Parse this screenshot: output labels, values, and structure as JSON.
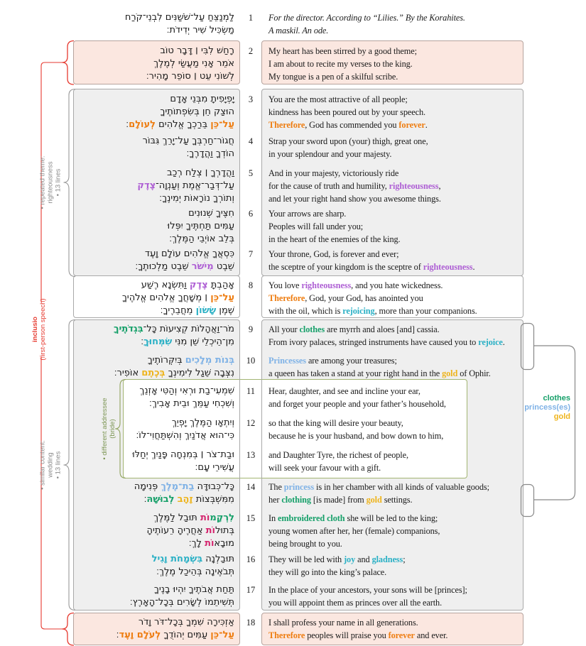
{
  "title": "Psalm 45 layout with Hebrew text, translation and structural annotations",
  "colors": {
    "therefore_forever_orange": "#ee7d11",
    "righteousness_purple": "#ae5fd4",
    "joy_teal": "#2ab0c5",
    "clothes_green": "#17a06a",
    "princess_blue": "#7fb2e6",
    "gold_yellow": "#eeb41c",
    "feminine_ending_crimson": "#d4246d",
    "inclusio_red": "#e63a30",
    "group_box_gray": "#efefef",
    "inclusio_box_pink": "#fbe7e0"
  },
  "annotations": {
    "left": {
      "inclusio": [
        "inclusio",
        "(first-person speech)"
      ],
      "theme": [
        "• repeated theme:",
        "righteousness",
        "• 13 lines"
      ],
      "wedding": [
        "• similar content:",
        "wedding",
        "• 13 lines"
      ],
      "bride": [
        "• different addressee",
        "(bride)"
      ]
    },
    "right": {
      "clothes": "clothes",
      "princess": "princess(es)",
      "gold": "gold"
    }
  },
  "verses": [
    {
      "num": "1",
      "group": "intro",
      "hebrew": [
        [
          {
            "t": "לַמְנַצֵּחַ עַל־שֹׁשַׁנִּים לִבְנֵי־קֹרַח"
          }
        ],
        [
          {
            "t": "מַשְׂכִּיל שִׁיר יְדִידֹת׃"
          }
        ]
      ],
      "english": [
        [
          {
            "t": "For the director. According to “Lilies.” By the Korahites.",
            "i": 1
          }
        ],
        [
          {
            "t": "A maskil. An ode.",
            "i": 1
          }
        ]
      ]
    },
    {
      "num": "2",
      "group": "inclusio-top",
      "hebrew": [
        [
          {
            "t": "רָחַשׁ לִבִּי ׀ דָּבָר טוֹב"
          }
        ],
        [
          {
            "t": "אֹמֵר אָנִי מַעֲשַׂי לְמֶלֶךְ"
          }
        ],
        [
          {
            "t": "לְשׁוֹנִי עֵט ׀ סוֹפֵר מָהִיר׃"
          }
        ]
      ],
      "english": [
        [
          {
            "t": "My heart has been stirred by a good theme;"
          }
        ],
        [
          {
            "t": "I am about to recite my verses to the king."
          }
        ],
        [
          {
            "t": "My tongue is a pen of a skilful scribe."
          }
        ]
      ]
    },
    {
      "num": "3",
      "group": "theme",
      "hebrew": [
        [
          {
            "t": "יָפְיָפִיתָ מִבְּנֵי אָדָם"
          }
        ],
        [
          {
            "t": "הוּצַק חֵן בְּשִׂפְתוֹתֶיךָ"
          }
        ],
        [
          {
            "t": "עַל־כֵּן",
            "c": "orange"
          },
          {
            "t": " בֵּרַכְךָ אֱלֹהִים "
          },
          {
            "t": "לְעוֹלָם",
            "c": "orange"
          },
          {
            "t": "׃"
          }
        ]
      ],
      "english": [
        [
          {
            "t": "You are the most attractive of all people;"
          }
        ],
        [
          {
            "t": "kindness has been poured out by your speech."
          }
        ],
        [
          {
            "t": "Therefore",
            "c": "orange"
          },
          {
            "t": ", God has commended you "
          },
          {
            "t": "forever",
            "c": "orange"
          },
          {
            "t": "."
          }
        ]
      ]
    },
    {
      "num": "4",
      "group": "theme",
      "hebrew": [
        [
          {
            "t": "חֲגוֹר־חַרְבְּךָ עַל־יָרֵךְ גִּבּוֹר"
          }
        ],
        [
          {
            "t": "הוֹדְךָ וַהֲדָרֶךָ׃"
          }
        ]
      ],
      "english": [
        [
          {
            "t": "Strap your sword upon (your) thigh, great one,"
          }
        ],
        [
          {
            "t": "in your splendour and your majesty."
          }
        ]
      ]
    },
    {
      "num": "5",
      "group": "theme",
      "hebrew": [
        [
          {
            "t": "וַהֲדָרְךָ ׀ צְלַח רְכַב"
          }
        ],
        [
          {
            "t": "עַל־דְּבַר־אֱמֶת וְעַנְוָה־"
          },
          {
            "t": "צֶדֶק",
            "c": "purple"
          }
        ],
        [
          {
            "t": "וְתוֹרְךָ נוֹרָאוֹת יְמִינֶךָ׃"
          }
        ]
      ],
      "english": [
        [
          {
            "t": "And in your majesty, victoriously ride"
          }
        ],
        [
          {
            "t": "for the cause of truth and humility, "
          },
          {
            "t": "righteousness",
            "c": "purple"
          },
          {
            "t": ","
          }
        ],
        [
          {
            "t": "and let your right hand show you awesome things."
          }
        ]
      ]
    },
    {
      "num": "6",
      "group": "theme",
      "hebrew": [
        [
          {
            "t": "חִצֶּיךָ שְׁנוּנִים"
          }
        ],
        [
          {
            "t": "עַמִּים תַּחְתֶּיךָ יִפְּלוּ"
          }
        ],
        [
          {
            "t": "בְּלֵב אוֹיְבֵי הַמֶּלֶךְ׃"
          }
        ]
      ],
      "english": [
        [
          {
            "t": "Your arrows are sharp."
          }
        ],
        [
          {
            "t": "Peoples will fall under you;"
          }
        ],
        [
          {
            "t": "in the heart of the enemies of the king."
          }
        ]
      ]
    },
    {
      "num": "7",
      "group": "theme",
      "hebrew": [
        [
          {
            "t": "כִּסְאֲךָ אֱלֹהִים עוֹלָם וָעֶד"
          }
        ],
        [
          {
            "t": "שֵׁבֶט "
          },
          {
            "t": "מִישֹׁר",
            "c": "purple"
          },
          {
            "t": " שֵׁבֶט מַלְכוּתֶךָ׃"
          }
        ]
      ],
      "english": [
        [
          {
            "t": "Your throne, God, is forever and ever;"
          }
        ],
        [
          {
            "t": "the sceptre of your kingdom is the sceptre of "
          },
          {
            "t": "righteousness",
            "c": "purple"
          },
          {
            "t": "."
          }
        ]
      ]
    },
    {
      "num": "8",
      "group": "hinge",
      "hebrew": [
        [
          {
            "t": "אָהַבְתָּ "
          },
          {
            "t": "צֶדֶק",
            "c": "purple"
          },
          {
            "t": " וַתִּשְׂנָא רֶשַׁע"
          }
        ],
        [
          {
            "t": "עַל־כֵּן",
            "c": "orange"
          },
          {
            "t": " ׀ מְשָׁחֲךָ אֱלֹהִים אֱלֹהֶיךָ"
          }
        ],
        [
          {
            "t": "שֶׁמֶן "
          },
          {
            "t": "שָׂשׂוֹן",
            "c": "teal"
          },
          {
            "t": " מֵחֲבֵרֶיךָ׃"
          }
        ]
      ],
      "english": [
        [
          {
            "t": "You love "
          },
          {
            "t": "righteousness",
            "c": "purple"
          },
          {
            "t": ", and you hate wickedness."
          }
        ],
        [
          {
            "t": "Therefore",
            "c": "orange"
          },
          {
            "t": ", God, your God, has anointed you"
          }
        ],
        [
          {
            "t": "with the oil, which is "
          },
          {
            "t": "rejoicing",
            "c": "teal"
          },
          {
            "t": ", more than your companions."
          }
        ]
      ]
    },
    {
      "num": "9",
      "group": "wedding",
      "hebrew": [
        [
          {
            "t": "מֹר־וַאֲהָלוֹת קְצִיעוֹת כָּל־"
          },
          {
            "t": "בִּגְדֹתֶיךָ",
            "c": "green"
          }
        ],
        [
          {
            "t": "מִן־הֵיכְלֵי שֵׁן מִנִּי "
          },
          {
            "t": "שִׂמְּחוּךָ",
            "c": "teal"
          },
          {
            "t": "׃"
          }
        ]
      ],
      "english": [
        [
          {
            "t": "All your "
          },
          {
            "t": "clothes",
            "c": "green"
          },
          {
            "t": " are myrrh and aloes [and] cassia."
          }
        ],
        [
          {
            "t": "From ivory palaces, stringed instruments have caused you to "
          },
          {
            "t": "rejoice",
            "c": "teal"
          },
          {
            "t": "."
          }
        ]
      ]
    },
    {
      "num": "10",
      "group": "wedding",
      "hebrew": [
        [
          {
            "t": "בְּנוֹת מְלָכִים",
            "c": "blue"
          },
          {
            "t": " בְּיִקְּרוֹתֶיךָ"
          }
        ],
        [
          {
            "t": "נִצְּבָה שֵׁגַל לִימִינְךָ "
          },
          {
            "t": "בְּכֶתֶם",
            "c": "gold"
          },
          {
            "t": " אוֹפִיר׃"
          }
        ]
      ],
      "english": [
        [
          {
            "t": "Princesses",
            "c": "blue"
          },
          {
            "t": " are among your treasures;"
          }
        ],
        [
          {
            "t": "a queen has taken a stand at your right hand in the "
          },
          {
            "t": "gold",
            "c": "gold"
          },
          {
            "t": " of Ophir."
          }
        ]
      ]
    },
    {
      "num": "11",
      "group": "wedding",
      "bride": 1,
      "hebrew": [
        [
          {
            "t": "שִׁמְעִי־בַת וּרְאִי וְהַטִּי אָזְנֵךְ"
          }
        ],
        [
          {
            "t": "וְשִׁכְחִי עַמֵּךְ וּבֵית אָבִיךְ׃"
          }
        ]
      ],
      "english": [
        [
          {
            "t": "Hear, daughter, and see and incline your ear,"
          }
        ],
        [
          {
            "t": "and forget your people and your father’s household,"
          }
        ]
      ]
    },
    {
      "num": "12",
      "group": "wedding",
      "bride": 1,
      "hebrew": [
        [
          {
            "t": "וְיִתְאָו הַמֶּלֶךְ יָפְיֵךְ"
          }
        ],
        [
          {
            "t": "כִּי־הוּא אֲדֹנַיִךְ וְהִשְׁתַּחֲוִי־לוֹ׃"
          }
        ]
      ],
      "english": [
        [
          {
            "t": "so that the king will desire your beauty,"
          }
        ],
        [
          {
            "t": "because he is your husband, and bow down to him,"
          }
        ]
      ]
    },
    {
      "num": "13",
      "group": "wedding",
      "bride": 1,
      "hebrew": [
        [
          {
            "t": "וּבַת־צֹר ׀ בְּמִנְחָה פָּנַיִךְ יְחַלּוּ"
          }
        ],
        [
          {
            "t": "עֲשִׁירֵי עָם׃"
          }
        ]
      ],
      "english": [
        [
          {
            "t": "and Daughter Tyre, the richest of people,"
          }
        ],
        [
          {
            "t": "will seek your favour with a gift."
          }
        ]
      ]
    },
    {
      "num": "14",
      "group": "wedding",
      "hebrew": [
        [
          {
            "t": "כָּל־כְּבוּדָּה "
          },
          {
            "t": "בַת־מֶלֶךְ",
            "c": "blue"
          },
          {
            "t": " פְּנִימָה"
          }
        ],
        [
          {
            "t": "מִמִּשְׁבְּצוֹת "
          },
          {
            "t": "זָהָב",
            "c": "gold"
          },
          {
            "t": " "
          },
          {
            "t": "לְבוּשָׁהּ",
            "c": "green"
          },
          {
            "t": "׃"
          }
        ]
      ],
      "english": [
        [
          {
            "t": "The "
          },
          {
            "t": "princess",
            "c": "blue"
          },
          {
            "t": " is in her chamber with all kinds of valuable goods;"
          }
        ],
        [
          {
            "t": "her "
          },
          {
            "t": "clothing",
            "c": "green"
          },
          {
            "t": " [is made] from "
          },
          {
            "t": "gold",
            "c": "gold"
          },
          {
            "t": " settings."
          }
        ]
      ]
    },
    {
      "num": "15",
      "group": "wedding",
      "hebrew": [
        [
          {
            "t": "לִרְקָמ",
            "c": "green"
          },
          {
            "t": "וֹת",
            "c": "crimson"
          },
          {
            "t": " תּוּבַל לַמֶּלֶךְ"
          }
        ],
        [
          {
            "t": "בְּתוּל"
          },
          {
            "t": "וֹת",
            "c": "crimson"
          },
          {
            "t": " אַחֲרֶיהָ רֵעוֹתֶיהָ"
          }
        ],
        [
          {
            "t": "מוּבָא"
          },
          {
            "t": "וֹת",
            "c": "crimson"
          },
          {
            "t": " לָךְ׃"
          }
        ]
      ],
      "english": [
        [
          {
            "t": "In "
          },
          {
            "t": "embroidered cloth",
            "c": "green"
          },
          {
            "t": " she will be led to the king;"
          }
        ],
        [
          {
            "t": "young women after her, her (female) companions,"
          }
        ],
        [
          {
            "t": "being brought to you."
          }
        ]
      ]
    },
    {
      "num": "16",
      "group": "wedding",
      "hebrew": [
        [
          {
            "t": "תּוּבַלְנָה "
          },
          {
            "t": "בִּשְׂמָחֹת וָגִיל",
            "c": "teal"
          }
        ],
        [
          {
            "t": "תְּבֹאֶינָה בְּהֵיכַל מֶלֶךְ׃"
          }
        ]
      ],
      "english": [
        [
          {
            "t": "They will be led with "
          },
          {
            "t": "joy",
            "c": "teal"
          },
          {
            "t": " and "
          },
          {
            "t": "gladness",
            "c": "teal"
          },
          {
            "t": ";"
          }
        ],
        [
          {
            "t": "they will go into the king’s palace."
          }
        ]
      ]
    },
    {
      "num": "17",
      "group": "wedding",
      "hebrew": [
        [
          {
            "t": "תַּחַת אֲבֹתֶיךָ יִהְיוּ בָנֶיךָ"
          }
        ],
        [
          {
            "t": "תְּשִׁיתֵמוֹ לְשָׂרִים בְּכָל־הָאָרֶץ׃"
          }
        ]
      ],
      "english": [
        [
          {
            "t": "In the place of your ancestors, your sons will be [princes];"
          }
        ],
        [
          {
            "t": "you will appoint them as princes over all the earth."
          }
        ]
      ]
    },
    {
      "num": "18",
      "group": "inclusio-bottom",
      "hebrew": [
        [
          {
            "t": "אַזְכִּירָה שִׁמְךָ בְּכָל־דֹּר וָדֹר"
          }
        ],
        [
          {
            "t": "עַל־כֵּן",
            "c": "orange"
          },
          {
            "t": " עַמִּים יְהוֹדֻךָ "
          },
          {
            "t": "לְעֹלָם וָעֶד",
            "c": "orange"
          },
          {
            "t": "׃"
          }
        ]
      ],
      "english": [
        [
          {
            "t": "I shall profess your name in all generations."
          }
        ],
        [
          {
            "t": "Therefore",
            "c": "orange"
          },
          {
            "t": " peoples will praise you "
          },
          {
            "t": "forever",
            "c": "orange"
          },
          {
            "t": " and ever."
          }
        ]
      ]
    }
  ]
}
